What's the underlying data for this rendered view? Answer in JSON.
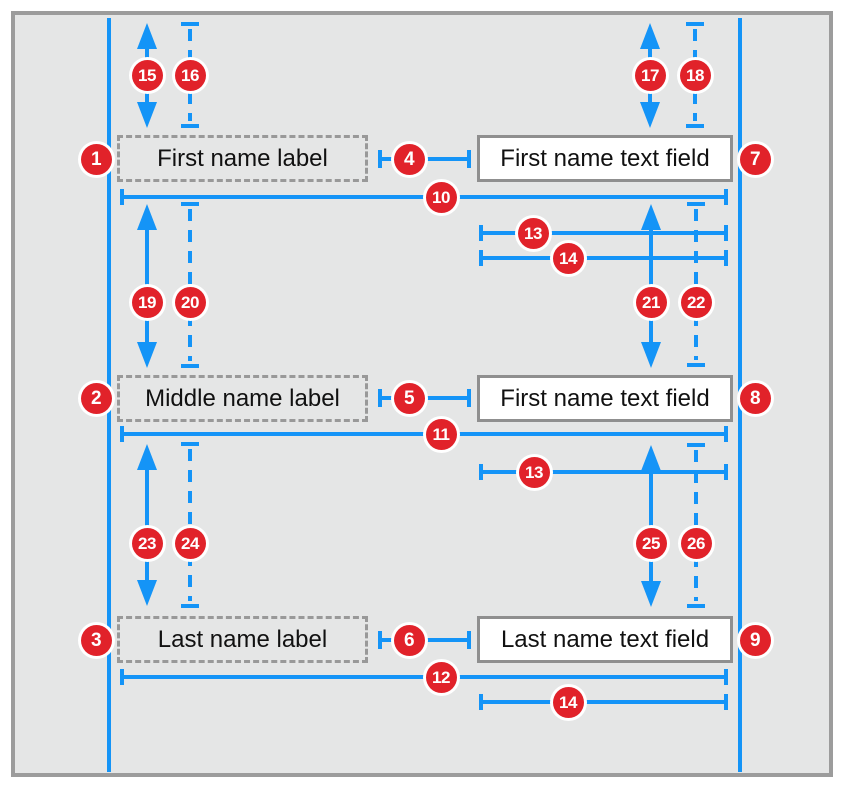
{
  "colors": {
    "accent_blue": "#1494f7",
    "badge_red": "#e1222a",
    "panel_bg": "#e5e6e6",
    "panel_border": "#9c9c9c",
    "box_border": "#8f8f8f",
    "dashed_box_border": "#999999",
    "text": "#111111"
  },
  "rows": [
    {
      "label": "First name label",
      "field": "First name text field"
    },
    {
      "label": "Middle name label",
      "field": "First name text field"
    },
    {
      "label": "Last name label",
      "field": "Last name text field"
    }
  ],
  "badges": {
    "n1": "1",
    "n2": "2",
    "n3": "3",
    "n4": "4",
    "n5": "5",
    "n6": "6",
    "n7": "7",
    "n8": "8",
    "n9": "9",
    "n10": "10",
    "n11": "11",
    "n12": "12",
    "n13": "13",
    "n14": "14",
    "n15": "15",
    "n16": "16",
    "n17": "17",
    "n18": "18",
    "n19": "19",
    "n20": "20",
    "n21": "21",
    "n22": "22",
    "n23": "23",
    "n24": "24",
    "n25": "25",
    "n26": "26"
  }
}
